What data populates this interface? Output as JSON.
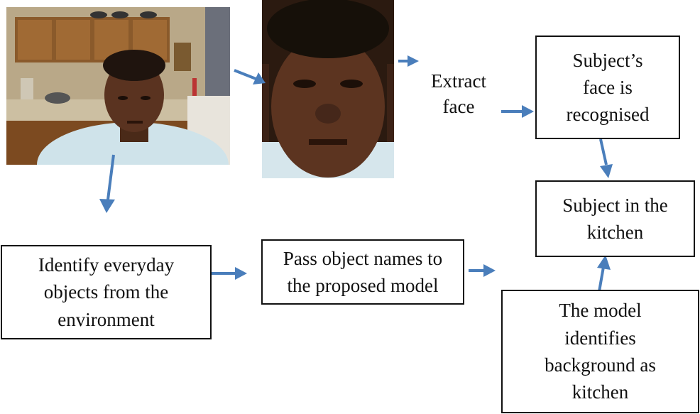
{
  "nodes": {
    "extract_face": "Extract\nface",
    "face_recognised": "Subject’s\nface is\nrecognised",
    "subject_in_kitchen": "Subject in the\nkitchen",
    "identify_objects": "Identify everyday\nobjects from the\nenvironment",
    "pass_object_names": "Pass object names to\nthe proposed model",
    "model_identifies_background": "The model\nidentifies\nbackground as\nkitchen"
  },
  "colors": {
    "arrow": "#4a7ebb",
    "box_border": "#111111",
    "text": "#111111"
  },
  "images": {
    "kitchen_photo": "kitchen-scene-photo",
    "face_crop": "face-crop-photo"
  }
}
